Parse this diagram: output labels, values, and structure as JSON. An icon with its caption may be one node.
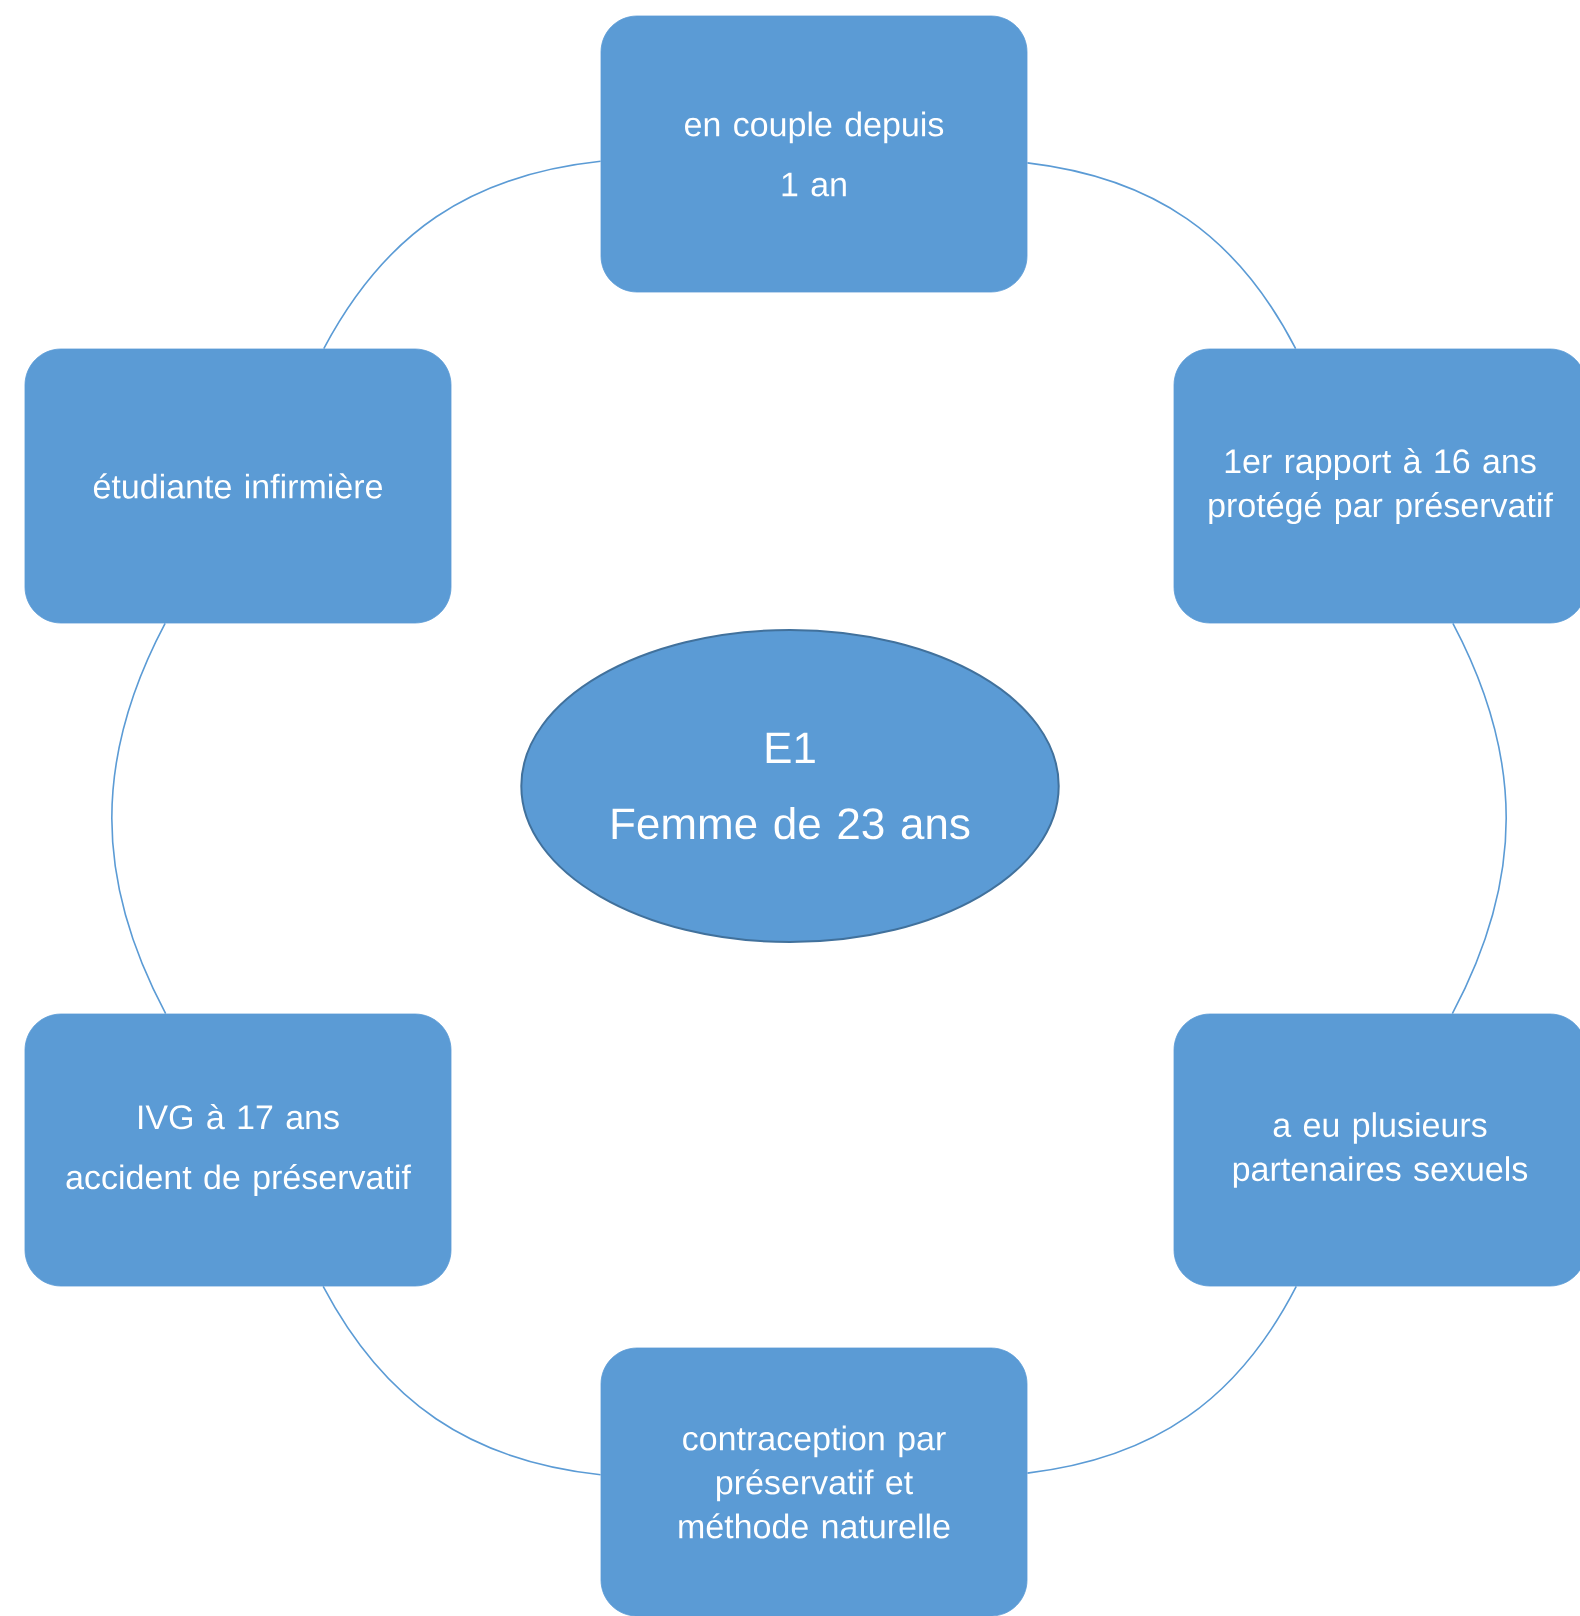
{
  "diagram": {
    "nodes": [
      {
        "text": [
          "en couple depuis",
          "1 an"
        ]
      },
      {
        "text": [
          "1er rapport à 16 ans protégé par préservatif"
        ]
      },
      {
        "text": [
          "a eu plusieurs partenaires sexuels"
        ]
      },
      {
        "text": [
          "contraception par préservatif et méthode naturelle"
        ]
      },
      {
        "text": [
          "IVG à 17 ans",
          "accident de préservatif"
        ]
      },
      {
        "text": [
          "étudiante infirmière"
        ]
      },
      {
        "text": [
          "E1",
          "Femme de 23 ans"
        ]
      }
    ],
    "edges": [
      {
        "from": 0,
        "to": 1,
        "arrow": "none"
      },
      {
        "from": 1,
        "to": 2,
        "arrow": "none"
      },
      {
        "from": 2,
        "to": 3,
        "arrow": "none"
      },
      {
        "from": 3,
        "to": 4,
        "arrow": "none"
      },
      {
        "from": 4,
        "to": 5,
        "arrow": "none"
      },
      {
        "from": 5,
        "to": 0,
        "arrow": "none"
      }
    ]
  }
}
